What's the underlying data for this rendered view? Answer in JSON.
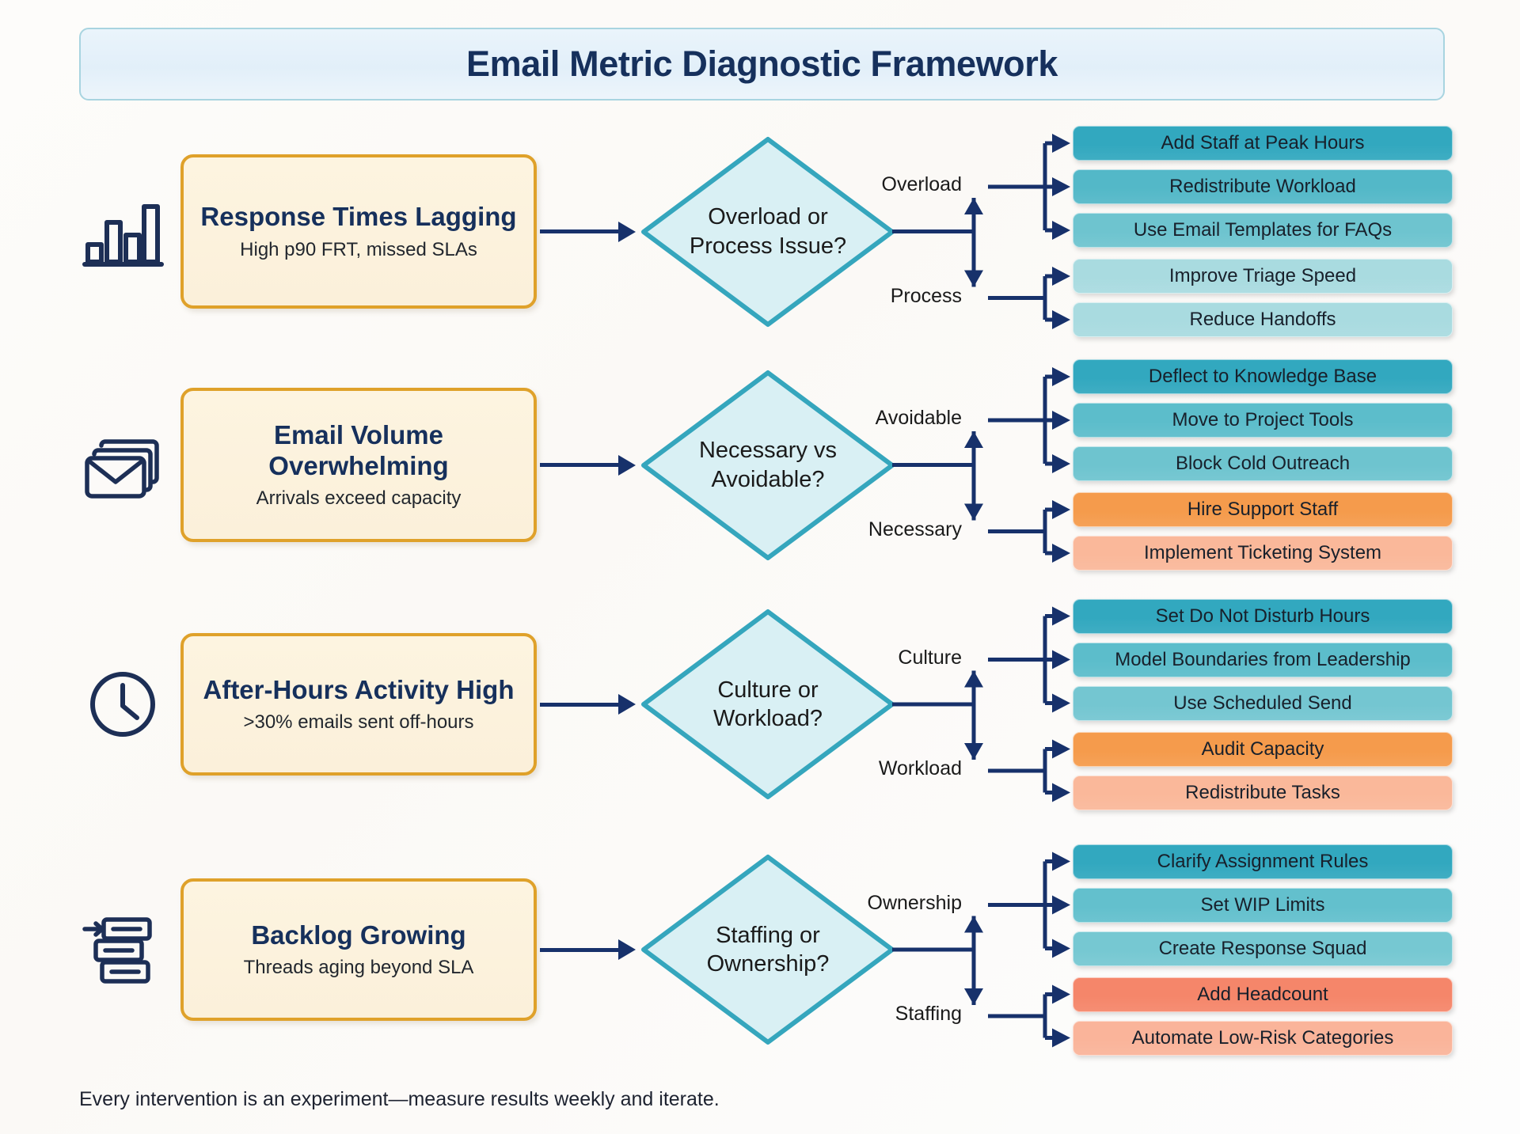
{
  "header": {
    "title": "Email Metric Diagnostic Framework"
  },
  "footer": {
    "note": "Every intervention is an experiment—measure results weekly and iterate."
  },
  "colors": {
    "card_border": "#dfa12a",
    "card_fill": "#fdf4e0",
    "diamond_border": "#35a6bd",
    "diamond_fill": "#d9f0f4",
    "arrow": "#17316b",
    "title_text": "#16305c",
    "teal_dark": "#32a8bf",
    "teal_mid": "#66c2cf",
    "teal_light": "#a9dbe0",
    "orange_dark": "#f59b4c",
    "orange_light": "#fab89a",
    "salmon": "#f5866a"
  },
  "rows": [
    {
      "icon": "bar-chart-icon",
      "problem": {
        "title": "Response Times Lagging",
        "subtitle": "High p90 FRT, missed SLAs"
      },
      "decision": "Overload or Process Issue?",
      "branches": [
        {
          "label": "Overload",
          "actions": [
            {
              "label": "Add Staff at Peak Hours",
              "color": "#32a8bf"
            },
            {
              "label": "Redistribute Workload",
              "color": "#53b8c8"
            },
            {
              "label": "Use Email Templates for FAQs",
              "color": "#6ec4cf"
            }
          ]
        },
        {
          "label": "Process",
          "actions": [
            {
              "label": "Improve Triage Speed",
              "color": "#a9dbe0"
            },
            {
              "label": "Reduce Handoffs",
              "color": "#a9dbe0"
            }
          ]
        }
      ]
    },
    {
      "icon": "envelopes-icon",
      "problem": {
        "title": "Email Volume Overwhelming",
        "subtitle": "Arrivals exceed capacity"
      },
      "decision": "Necessary vs Avoidable?",
      "branches": [
        {
          "label": "Avoidable",
          "actions": [
            {
              "label": "Deflect to Knowledge Base",
              "color": "#32a8bf"
            },
            {
              "label": "Move to Project Tools",
              "color": "#5cbdcb"
            },
            {
              "label": "Block Cold Outreach",
              "color": "#6ec4cf"
            }
          ]
        },
        {
          "label": "Necessary",
          "actions": [
            {
              "label": "Hire Support Staff",
              "color": "#f59b4c"
            },
            {
              "label": "Implement Ticketing System",
              "color": "#fab89a"
            }
          ]
        }
      ]
    },
    {
      "icon": "clock-icon",
      "problem": {
        "title": "After-Hours Activity High",
        "subtitle": ">30% emails sent off-hours"
      },
      "decision": "Culture or Workload?",
      "branches": [
        {
          "label": "Culture",
          "actions": [
            {
              "label": "Set Do Not Disturb Hours",
              "color": "#32a8bf"
            },
            {
              "label": "Model Boundaries from Leadership",
              "color": "#5cbdcb"
            },
            {
              "label": "Use Scheduled Send",
              "color": "#74c6d1"
            }
          ]
        },
        {
          "label": "Workload",
          "actions": [
            {
              "label": "Audit Capacity",
              "color": "#f59b4c"
            },
            {
              "label": "Redistribute Tasks",
              "color": "#fab89a"
            }
          ]
        }
      ]
    },
    {
      "icon": "backlog-queue-icon",
      "problem": {
        "title": "Backlog Growing",
        "subtitle": "Threads aging beyond SLA"
      },
      "decision": "Staffing or Ownership?",
      "branches": [
        {
          "label": "Ownership",
          "actions": [
            {
              "label": "Clarify Assignment Rules",
              "color": "#32a8bf"
            },
            {
              "label": "Set WIP Limits",
              "color": "#63c0cd"
            },
            {
              "label": "Create Response Squad",
              "color": "#76c8d2"
            }
          ]
        },
        {
          "label": "Staffing",
          "actions": [
            {
              "label": "Add Headcount",
              "color": "#f5866a"
            },
            {
              "label": "Automate Low-Risk Categories",
              "color": "#fab49a"
            }
          ]
        }
      ]
    }
  ]
}
